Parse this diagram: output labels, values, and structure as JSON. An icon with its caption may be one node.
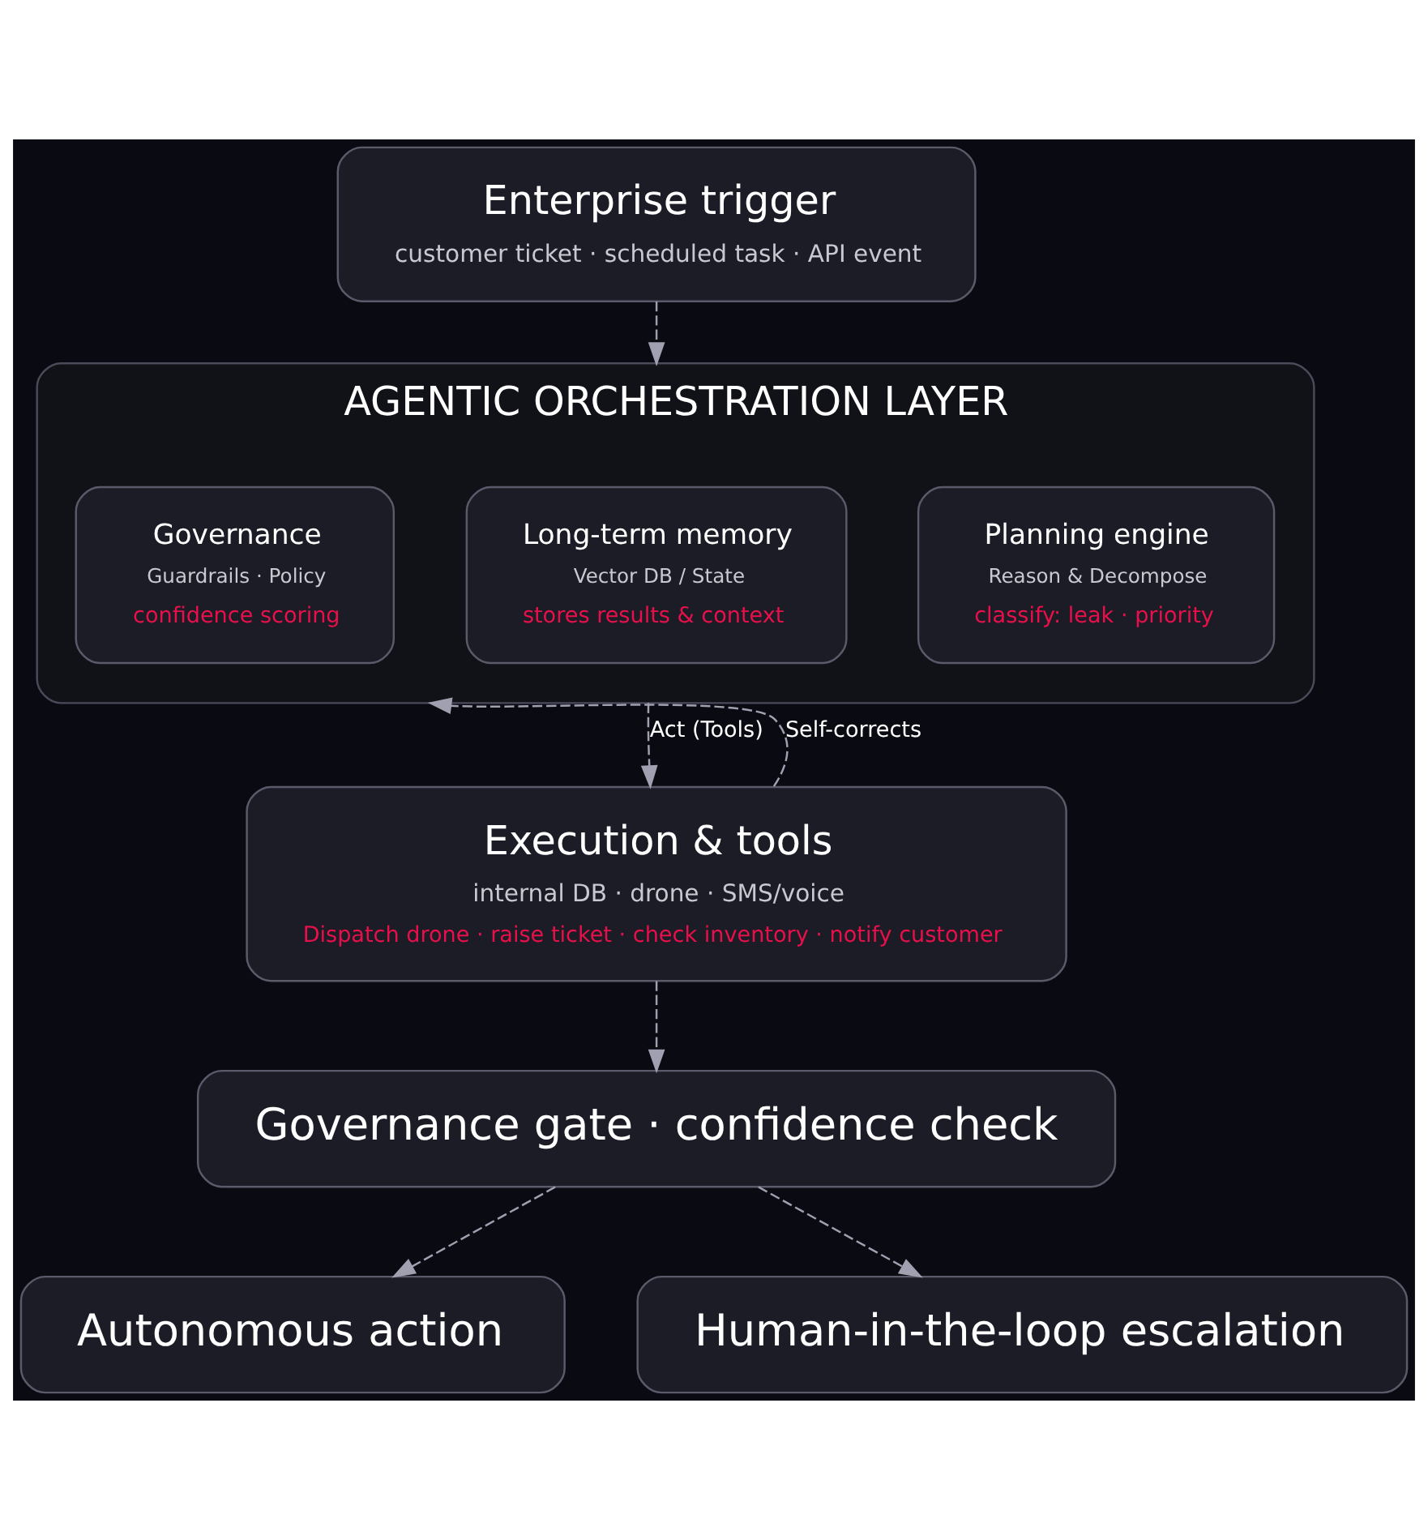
{
  "diagram": {
    "nodes": [
      {
        "text": [
          "Enterprise trigger",
          "customer ticket · scheduled task · API event"
        ]
      },
      {
        "text": [
          "AGENTIC ORCHESTRATION LAYER"
        ]
      },
      {
        "text": [
          "Planning engine",
          "Reason & Decompose",
          "classify: leak · priority"
        ],
        "in": 1
      },
      {
        "text": [
          "Long-term memory",
          "Vector DB / State",
          "stores results & context"
        ],
        "in": 1
      },
      {
        "text": [
          "Governance",
          "Guardrails · Policy",
          "confidence scoring"
        ],
        "in": 1
      },
      {
        "text": [
          "Execution & tools",
          "internal DB · drone · SMS/voice",
          "Dispatch drone · raise ticket · check inventory · notify customer"
        ]
      },
      {
        "text": [
          "Governance gate · confidence check"
        ]
      },
      {
        "text": [
          "Autonomous action"
        ]
      },
      {
        "text": [
          "Human-in-the-loop escalation"
        ]
      }
    ],
    "edges": [
      {
        "from": 0,
        "to": 1,
        "arrow": "to",
        "style": "dashed"
      },
      {
        "from": 1,
        "to": 5,
        "arrow": "to",
        "style": "dashed",
        "label": "Act (Tools)"
      },
      {
        "from": 5,
        "to": 1,
        "arrow": "to",
        "style": "dashed",
        "label": "Self-corrects"
      },
      {
        "from": 5,
        "to": 6,
        "arrow": "to",
        "style": "dashed"
      },
      {
        "from": 6,
        "to": 7,
        "arrow": "to",
        "style": "dashed"
      },
      {
        "from": 6,
        "to": 8,
        "arrow": "to",
        "style": "dashed"
      }
    ]
  }
}
